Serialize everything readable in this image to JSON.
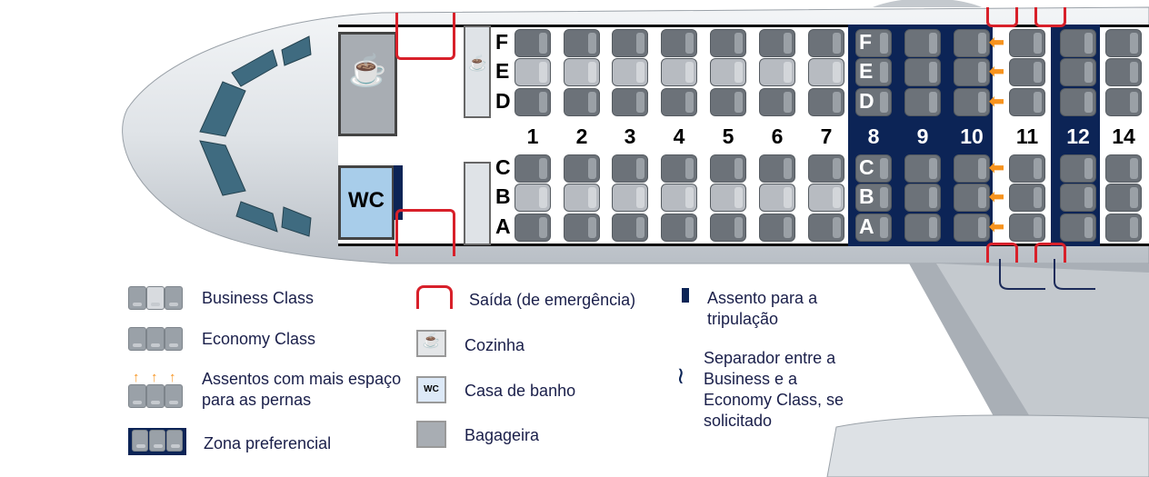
{
  "seatmap": {
    "left_letters_top": [
      "F",
      "E",
      "D"
    ],
    "left_letters_bottom": [
      "C",
      "B",
      "A"
    ],
    "business_rows": [
      "1",
      "2",
      "3",
      "4",
      "5",
      "6",
      "7"
    ],
    "economy_rows": [
      "8",
      "9",
      "10",
      "11",
      "12",
      "14"
    ],
    "preferred_rows": [
      "8",
      "9",
      "10",
      "12"
    ],
    "extra_legroom_row": "11",
    "wc_label": "WC",
    "colors": {
      "zone": "#0c2456",
      "exit": "#d8202a",
      "arrow": "#f7931e",
      "seat": "#6c7279"
    }
  },
  "legend": {
    "business": "Business Class",
    "economy": "Economy Class",
    "legroom": "Assentos com mais espaço para as pernas",
    "preferred": "Zona preferencial",
    "exit": "Saída (de emergência)",
    "galley": "Cozinha",
    "wc_icon": "WC",
    "toilet": "Casa de banho",
    "stowage": "Bagageira",
    "crew_seat": "Assento para a tripulação",
    "separator": "Separador entre a Business e a Economy Class, se solicitado"
  }
}
